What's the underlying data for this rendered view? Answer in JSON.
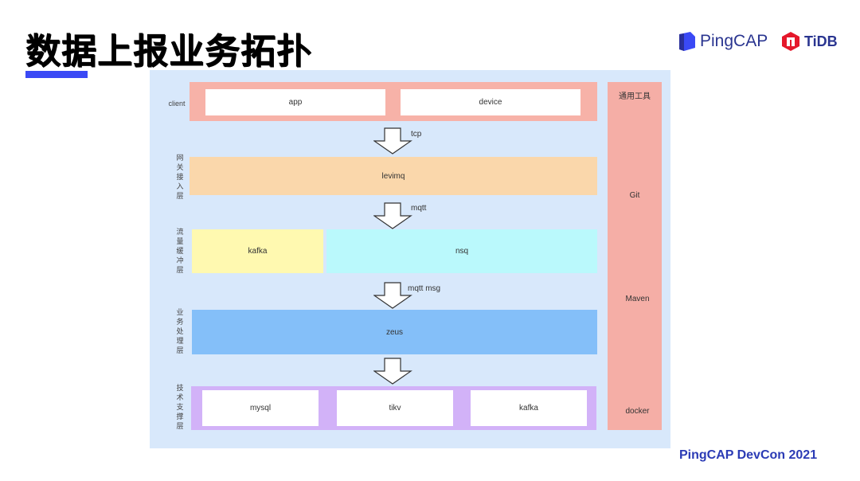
{
  "title": "数据上报业务拓扑",
  "logos": {
    "pingcap": "PingCAP",
    "tidb": "TiDB"
  },
  "layers": {
    "client": {
      "label": "client",
      "items": [
        "app",
        "device"
      ]
    },
    "gateway": {
      "label": "网关接入层",
      "items": [
        "levimq"
      ]
    },
    "buffer": {
      "label": "流量缓冲层",
      "items": [
        "kafka",
        "nsq"
      ]
    },
    "business": {
      "label": "业务处理层",
      "items": [
        "zeus"
      ]
    },
    "tech": {
      "label": "技术支撑层",
      "items": [
        "mysql",
        "tikv",
        "kafka"
      ]
    }
  },
  "arrows": [
    "tcp",
    "mqtt",
    "mqtt msg",
    ""
  ],
  "tools": {
    "title": "通用工具",
    "items": [
      "Git",
      "Maven",
      "docker"
    ]
  },
  "footer": "PingCAP DevCon 2021",
  "colors": {
    "accent": "#3a49f5",
    "client": "#f7b2a8",
    "gateway": "#fad7ab",
    "kafka": "#fff9b0",
    "nsq": "#baf9fc",
    "zeus": "#84bff9",
    "tech": "#d2b2f8",
    "tools": "#f5aea6",
    "panel": "#d8e8fb"
  }
}
